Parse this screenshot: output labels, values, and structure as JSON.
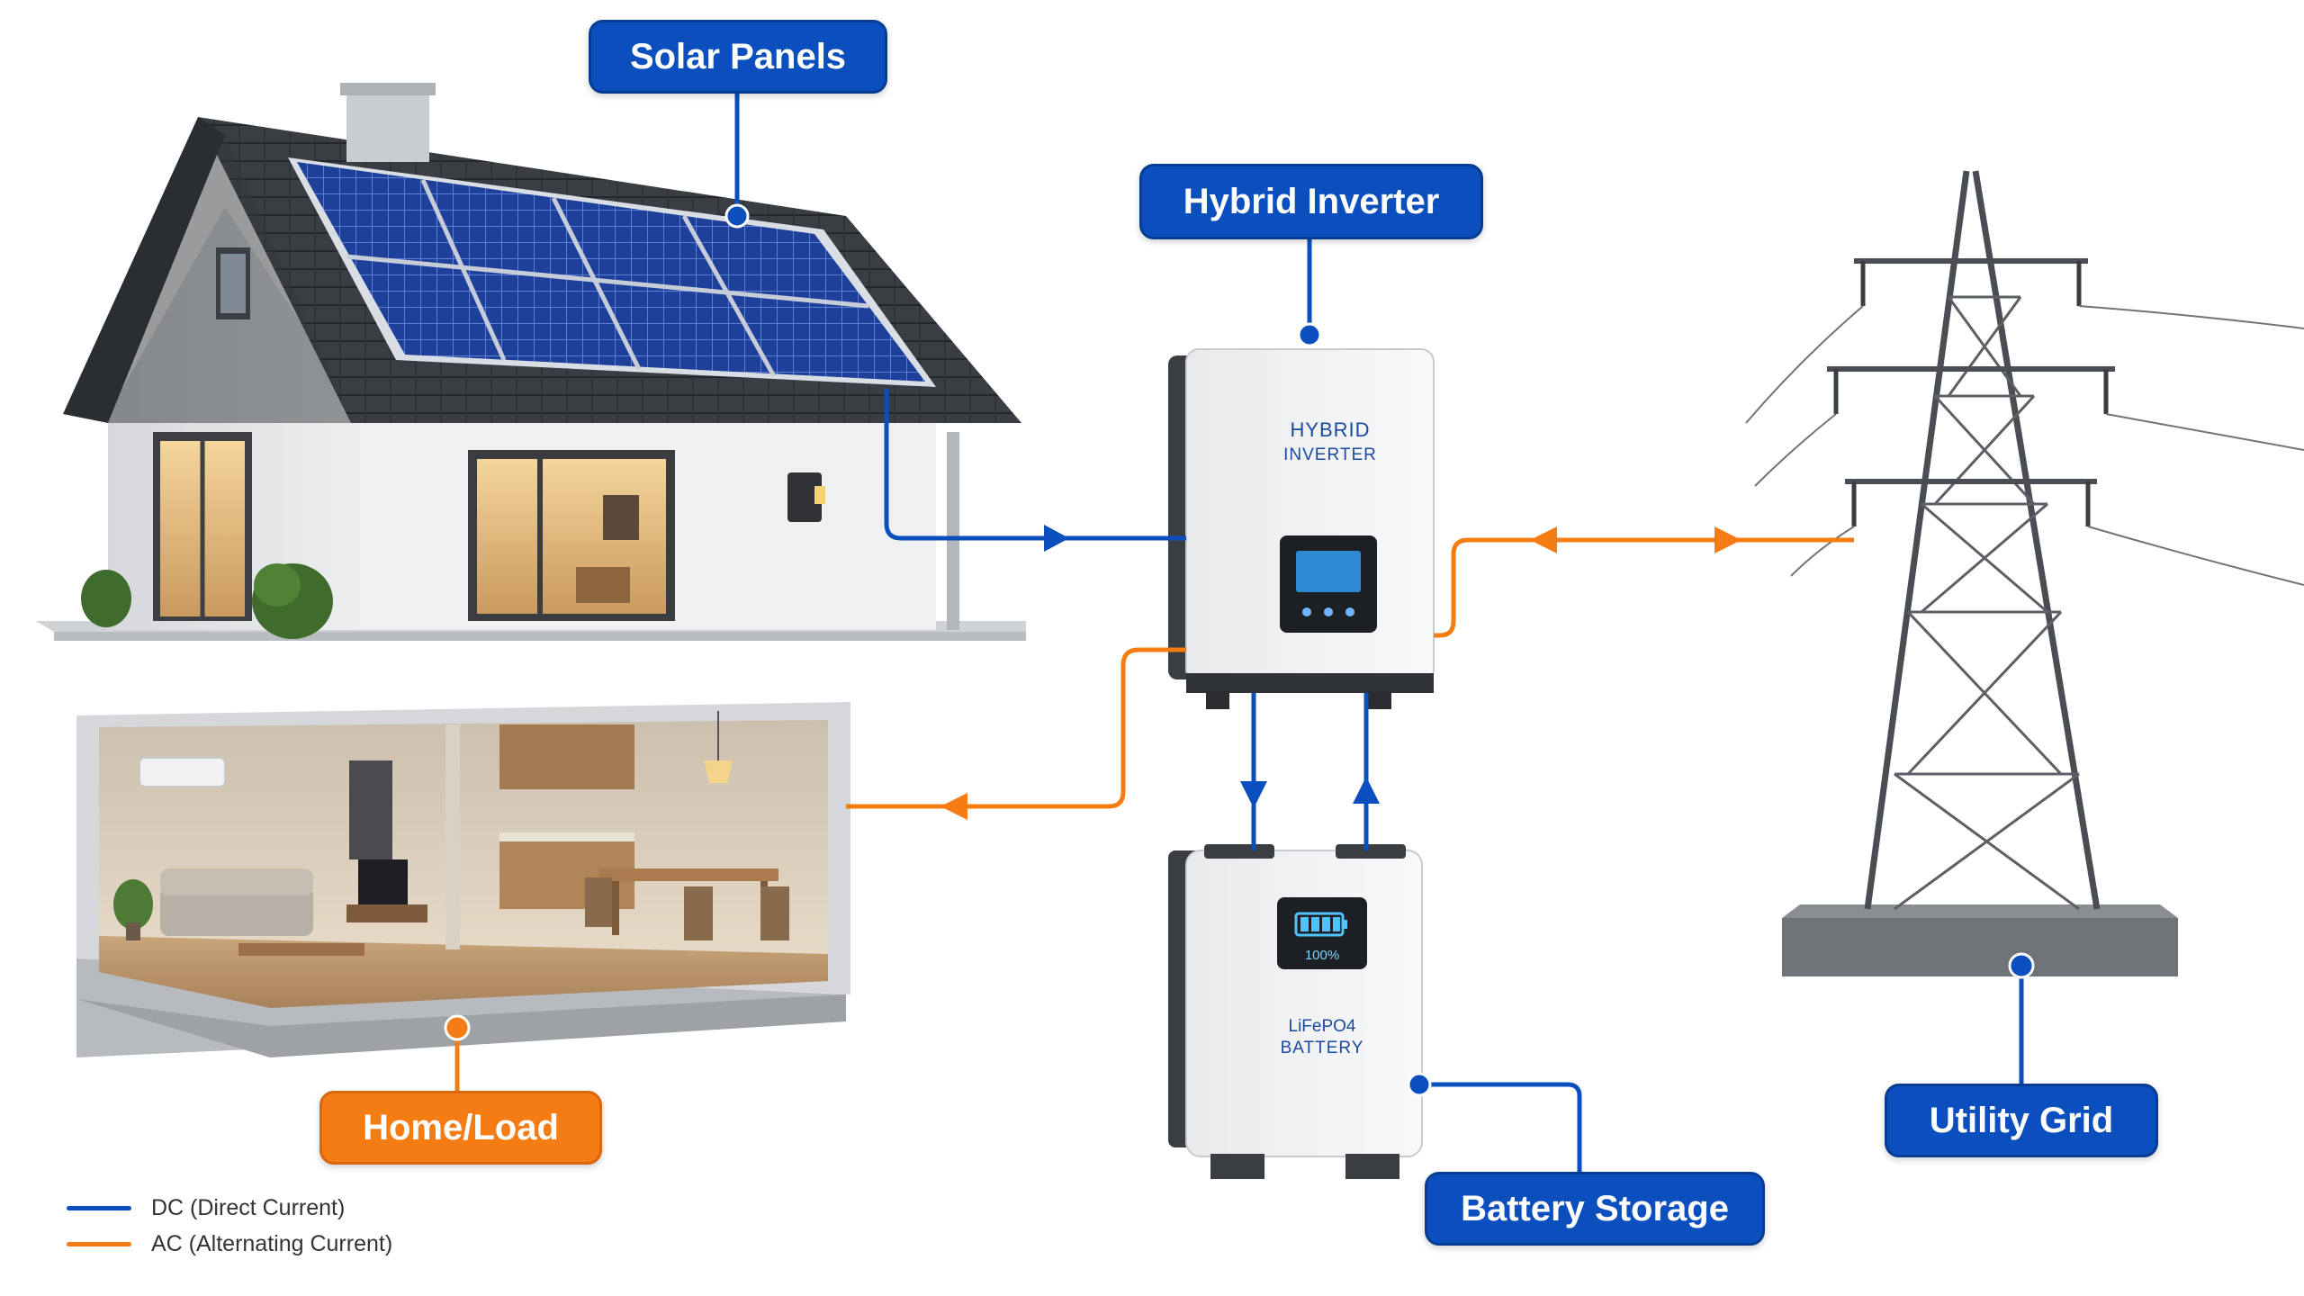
{
  "labels": {
    "solar_panels": "Solar Panels",
    "hybrid_inverter": "Hybrid Inverter",
    "home_load": "Home/Load",
    "battery_storage": "Battery Storage",
    "utility_grid": "Utility Grid"
  },
  "device_text": {
    "inverter_line1": "HYBRID",
    "inverter_line2": "INVERTER",
    "battery_percent": "100%",
    "battery_line1": "LiFePO4",
    "battery_line2": "BATTERY"
  },
  "legend": [
    {
      "label": "DC (Direct Current)",
      "color": "#0b4fbf"
    },
    {
      "label": "AC (Alternating Current)",
      "color": "#f47c12"
    }
  ],
  "colors": {
    "dc": "#0b4fbf",
    "ac": "#f47c12"
  }
}
